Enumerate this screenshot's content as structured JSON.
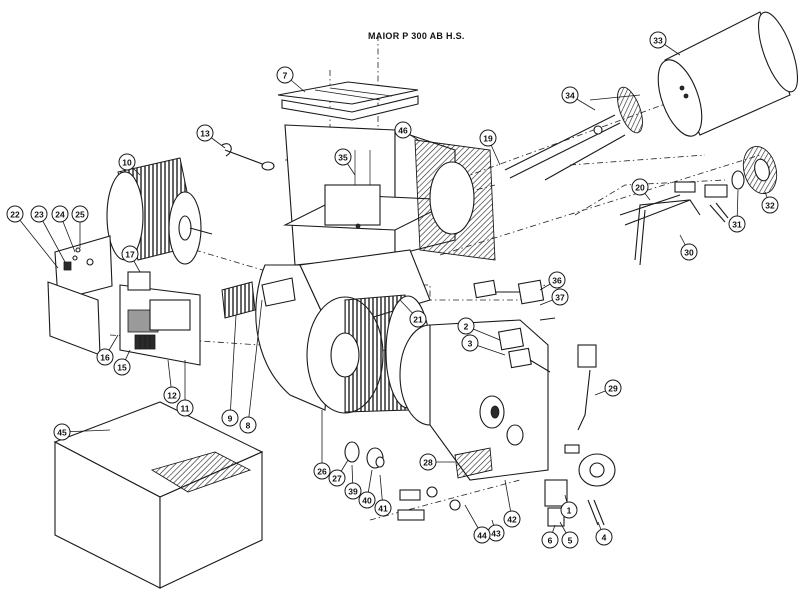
{
  "title": "MAIOR P 300 AB H.S.",
  "callouts": [
    {
      "label": "1"
    },
    {
      "label": "2"
    },
    {
      "label": "3"
    },
    {
      "label": "4"
    },
    {
      "label": "5"
    },
    {
      "label": "6"
    },
    {
      "label": "7"
    },
    {
      "label": "8"
    },
    {
      "label": "9"
    },
    {
      "label": "10"
    },
    {
      "label": "11"
    },
    {
      "label": "12"
    },
    {
      "label": "13"
    },
    {
      "label": "15"
    },
    {
      "label": "16"
    },
    {
      "label": "17"
    },
    {
      "label": "19"
    },
    {
      "label": "20"
    },
    {
      "label": "21"
    },
    {
      "label": "22"
    },
    {
      "label": "23"
    },
    {
      "label": "24"
    },
    {
      "label": "25"
    },
    {
      "label": "26"
    },
    {
      "label": "27"
    },
    {
      "label": "28"
    },
    {
      "label": "29"
    },
    {
      "label": "30"
    },
    {
      "label": "31"
    },
    {
      "label": "32"
    },
    {
      "label": "33"
    },
    {
      "label": "34"
    },
    {
      "label": "35"
    },
    {
      "label": "36"
    },
    {
      "label": "37"
    },
    {
      "label": "39"
    },
    {
      "label": "40"
    },
    {
      "label": "41"
    },
    {
      "label": "42"
    },
    {
      "label": "43"
    },
    {
      "label": "44"
    },
    {
      "label": "45"
    },
    {
      "label": "46"
    }
  ]
}
